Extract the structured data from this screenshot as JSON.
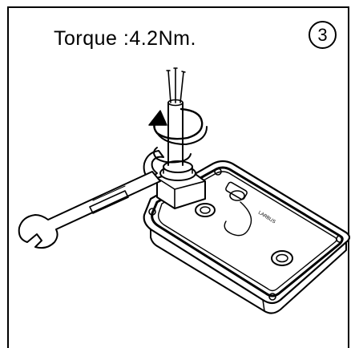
{
  "caption": {
    "torque_text": "Torque :4.2Nm."
  },
  "step": {
    "number": "3"
  },
  "device": {
    "brand_mark": "LARBUS"
  },
  "colors": {
    "line": "#000000",
    "background": "#ffffff",
    "shade": "#d9d9d9"
  },
  "icons": [
    "rotation-arrow-icon",
    "wrench-icon",
    "cable-wires-icon"
  ]
}
